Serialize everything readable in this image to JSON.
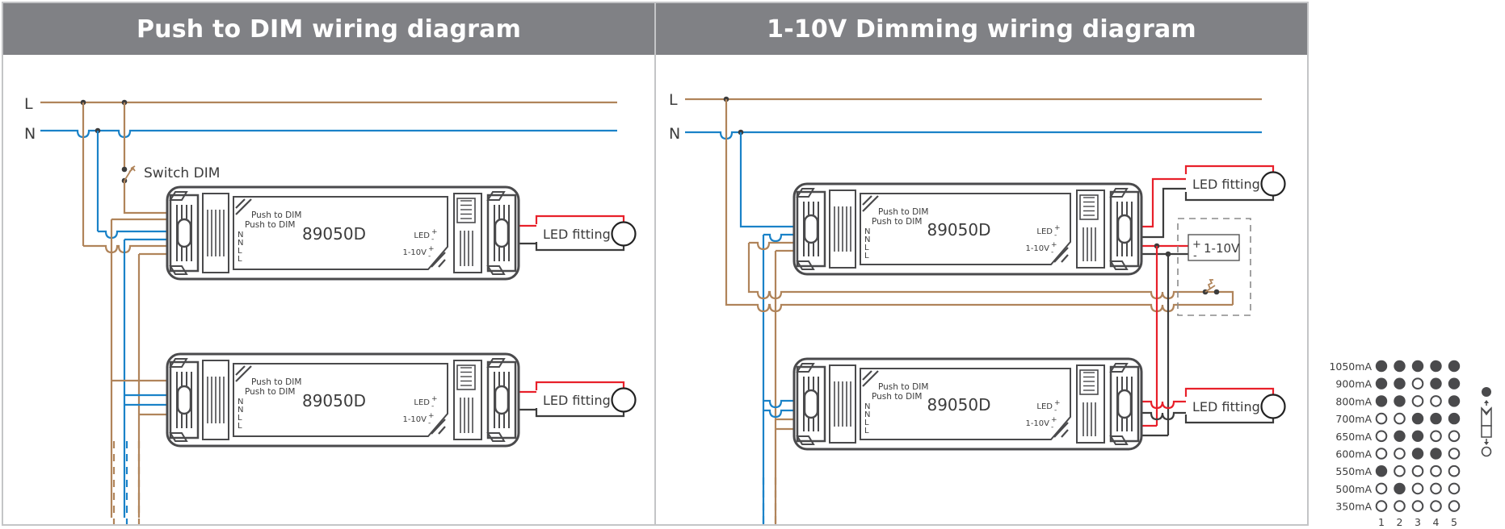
{
  "colors": {
    "header_bg": "#808185",
    "live_wire": "#b0845a",
    "neutral_wire": "#1a82c8",
    "led_positive": "#e8202a",
    "led_negative": "#3c3c3c",
    "device_outline": "#4a4a4c",
    "panel_border": "#c4c5c7"
  },
  "left_panel": {
    "title": "Push to DIM wiring diagram",
    "line_labels": {
      "live": "L",
      "neutral": "N"
    },
    "switch_label": "Switch  DIM",
    "drivers": [
      {
        "model": "89050D",
        "input_labels": [
          "Push to DIM",
          "Push to DIM"
        ],
        "terminal_labels": [
          "N",
          "N",
          "L",
          "L"
        ],
        "output_labels": {
          "led": "LED",
          "dim": "1-10V"
        },
        "load_label": "LED fitting"
      },
      {
        "model": "89050D",
        "input_labels": [
          "Push to DIM",
          "Push to DIM"
        ],
        "terminal_labels": [
          "N",
          "N",
          "L",
          "L"
        ],
        "output_labels": {
          "led": "LED",
          "dim": "1-10V"
        },
        "load_label": "LED fitting"
      }
    ]
  },
  "right_panel": {
    "title": "1-10V Dimming wiring diagram",
    "line_labels": {
      "live": "L",
      "neutral": "N"
    },
    "controller_label": "1-10V",
    "controller_plus": "+",
    "controller_minus": "-",
    "drivers": [
      {
        "model": "89050D",
        "input_labels": [
          "Push to DIM",
          "Push to DIM"
        ],
        "terminal_labels": [
          "N",
          "N",
          "L",
          "L"
        ],
        "output_labels": {
          "led": "LED",
          "dim": "1-10V"
        },
        "load_label": "LED fitting"
      },
      {
        "model": "89050D",
        "input_labels": [
          "Push to DIM",
          "Push to DIM"
        ],
        "terminal_labels": [
          "N",
          "N",
          "L",
          "L"
        ],
        "output_labels": {
          "led": "LED",
          "dim": "1-10V"
        },
        "load_label": "LED fitting"
      }
    ]
  },
  "dip_table": {
    "columns": [
      "1",
      "2",
      "3",
      "4",
      "5"
    ],
    "rows": [
      {
        "label": "1050mA",
        "states": [
          1,
          1,
          1,
          1,
          1
        ]
      },
      {
        "label": "900mA",
        "states": [
          1,
          1,
          0,
          1,
          1
        ]
      },
      {
        "label": "800mA",
        "states": [
          1,
          1,
          0,
          0,
          1
        ]
      },
      {
        "label": "700mA",
        "states": [
          0,
          0,
          1,
          1,
          1
        ]
      },
      {
        "label": "650mA",
        "states": [
          0,
          1,
          1,
          0,
          0
        ]
      },
      {
        "label": "600mA",
        "states": [
          0,
          0,
          1,
          1,
          0
        ]
      },
      {
        "label": "550mA",
        "states": [
          1,
          0,
          0,
          0,
          0
        ]
      },
      {
        "label": "500mA",
        "states": [
          0,
          1,
          0,
          0,
          0
        ]
      },
      {
        "label": "350mA",
        "states": [
          0,
          0,
          0,
          0,
          0
        ]
      }
    ],
    "legend": {
      "on": "filled",
      "off": "hollow"
    }
  }
}
